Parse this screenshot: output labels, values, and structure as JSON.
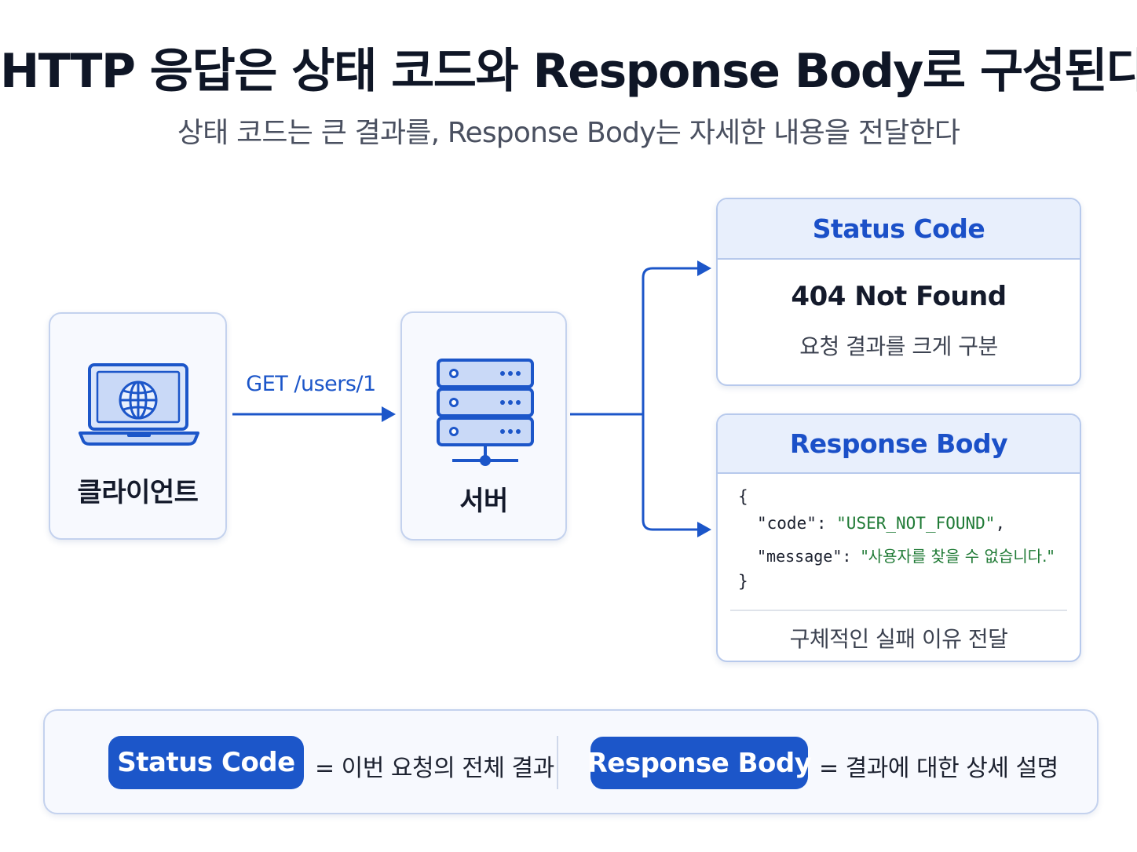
{
  "title": "HTTP 응답은 상태 코드와 Response Body로 구성된다",
  "subtitle": "상태 코드는 큰 결과를, Response Body는 자세한 내용을 전달한다",
  "client": {
    "label": "클라이언트",
    "icon": "laptop-globe-icon"
  },
  "request": {
    "label": "GET /users/1"
  },
  "server": {
    "label": "서버",
    "icon": "server-rack-icon"
  },
  "status_panel": {
    "header": "Status Code",
    "value": "404 Not Found",
    "caption": "요청 결과를 크게 구분"
  },
  "body_panel": {
    "header": "Response Body",
    "code": {
      "open": "{",
      "line1_key": "\"code\"",
      "line1_sep": ": ",
      "line1_val": "\"USER_NOT_FOUND\"",
      "line1_end": ",",
      "line2_key": "\"message\"",
      "line2_sep": ": ",
      "line2_val": "\"사용자를 찾을 수 없습니다.\"",
      "close": "}"
    },
    "caption": "구체적인 실패 이유 전달"
  },
  "legend": {
    "status_pill": "Status Code",
    "status_desc": "= 이번 요청의 전체 결과",
    "body_pill": "Response Body",
    "body_desc": "= 결과에 대한 상세 설명"
  },
  "colors": {
    "accent": "#1c56c9",
    "header_bg": "#e8effc",
    "card_bg": "#f7f9fe",
    "json_string": "#1f7a35"
  }
}
